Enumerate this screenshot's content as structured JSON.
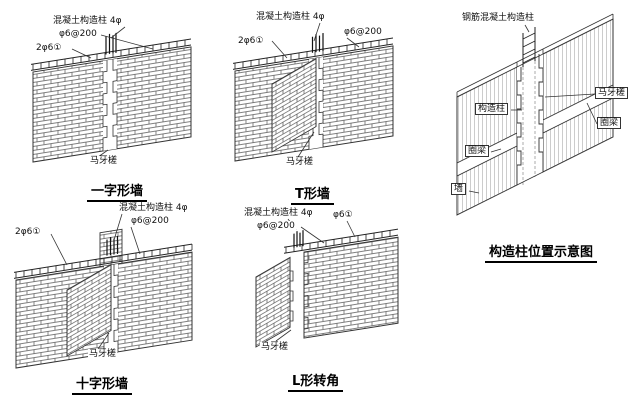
{
  "colors": {
    "line": "#333333",
    "background": "#ffffff"
  },
  "diagrams": {
    "straight": {
      "title": "一字形墙",
      "labels": {
        "column": "混凝土构造柱 4φ",
        "stirrup": "φ6@200",
        "tie_bar": "2φ6①",
        "toothing": "马牙槎"
      }
    },
    "t_shape": {
      "title": "T形墙",
      "labels": {
        "column": "混凝土构造柱 4φ",
        "tie_bar": "2φ6①",
        "stirrup": "φ6@200",
        "toothing": "马牙槎"
      }
    },
    "cross": {
      "title": "十字形墙",
      "labels": {
        "column": "混凝土构造柱 4φ",
        "stirrup": "φ6@200",
        "tie_bar": "2φ6①",
        "toothing": "马牙槎"
      }
    },
    "l_corner": {
      "title": "L形转角",
      "labels": {
        "column": "混凝土构造柱 4φ",
        "stirrup": "φ6@200",
        "tie_bar": "φ6①",
        "toothing": "马牙槎"
      }
    },
    "position": {
      "title": "构造柱位置示意图",
      "labels": {
        "rc_column": "钢筋混凝土构造柱",
        "column": "构造柱",
        "toothing": "马牙槎",
        "ring_beam_right": "圈梁",
        "ring_beam_left": "圈梁",
        "wall": "墙"
      }
    }
  }
}
